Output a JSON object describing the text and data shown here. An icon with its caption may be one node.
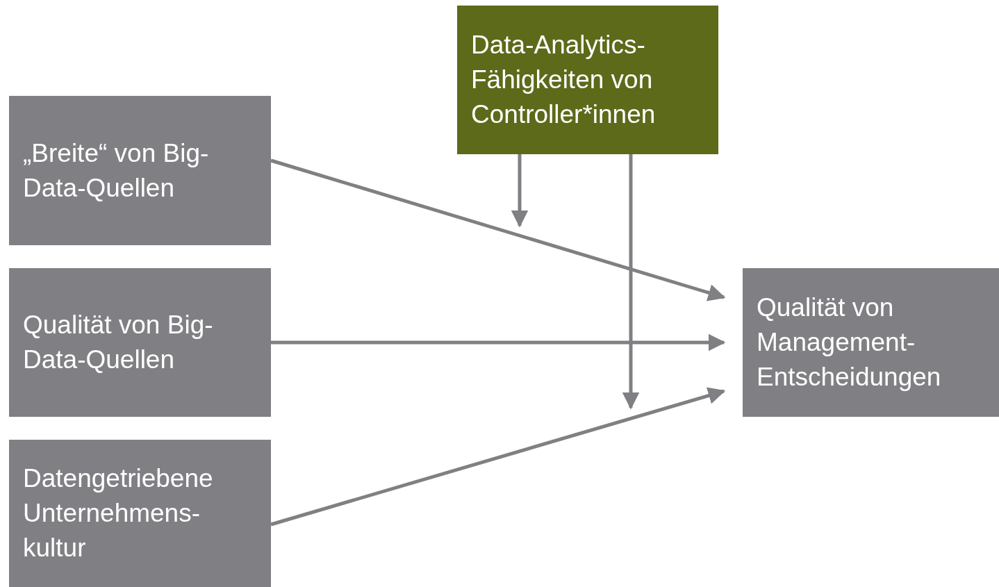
{
  "diagram": {
    "nodes": [
      {
        "text": [
          "„Breite“ von Big-Data-Quellen"
        ]
      },
      {
        "text": [
          "Qualität von Big-Data-Quellen"
        ]
      },
      {
        "text": [
          "Datengetriebene Unternehmens-kultur"
        ]
      },
      {
        "text": [
          "Data-Analytics-Fähigkeiten von Controller*innen"
        ]
      },
      {
        "text": [
          "Qualität von Management-Entscheidungen"
        ]
      }
    ],
    "edges": [
      {
        "from": 0,
        "to": 4,
        "arrow": "to"
      },
      {
        "from": 1,
        "to": 4,
        "arrow": "to"
      },
      {
        "from": 2,
        "to": 4,
        "arrow": "to"
      },
      {
        "from": 3,
        "to": null,
        "arrow": "to"
      },
      {
        "from": 3,
        "to": null,
        "arrow": "to"
      }
    ]
  }
}
